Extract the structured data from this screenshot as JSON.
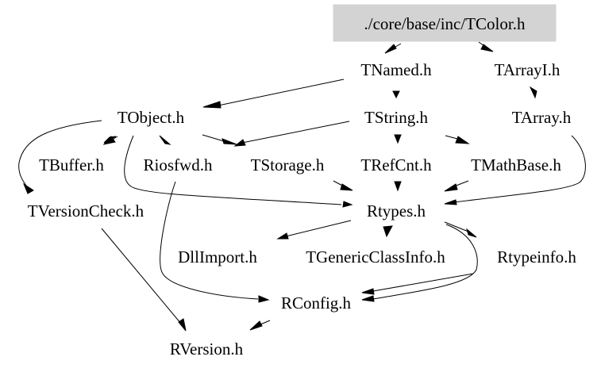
{
  "graph": {
    "title": "./core/base/inc/TColor.h",
    "root": "./core/base/inc/TColor.h",
    "root_fill": "#d3d3d3",
    "nodes": [
      {
        "id": "TColor",
        "label": "./core/base/inc/TColor.h"
      },
      {
        "id": "TNamed",
        "label": "TNamed.h"
      },
      {
        "id": "TArrayI",
        "label": "TArrayI.h"
      },
      {
        "id": "TObject",
        "label": "TObject.h"
      },
      {
        "id": "TString",
        "label": "TString.h"
      },
      {
        "id": "TArray",
        "label": "TArray.h"
      },
      {
        "id": "TBuffer",
        "label": "TBuffer.h"
      },
      {
        "id": "Riosfwd",
        "label": "Riosfwd.h"
      },
      {
        "id": "TStorage",
        "label": "TStorage.h"
      },
      {
        "id": "TRefCnt",
        "label": "TRefCnt.h"
      },
      {
        "id": "TMathBase",
        "label": "TMathBase.h"
      },
      {
        "id": "TVersionCheck",
        "label": "TVersionCheck.h"
      },
      {
        "id": "Rtypes",
        "label": "Rtypes.h"
      },
      {
        "id": "DllImport",
        "label": "DllImport.h"
      },
      {
        "id": "TGenericClassInfo",
        "label": "TGenericClassInfo.h"
      },
      {
        "id": "Rtypeinfo",
        "label": "Rtypeinfo.h"
      },
      {
        "id": "RConfig",
        "label": "RConfig.h"
      },
      {
        "id": "RVersion",
        "label": "RVersion.h"
      }
    ],
    "edges": [
      {
        "from": "TColor",
        "to": "TNamed"
      },
      {
        "from": "TColor",
        "to": "TArrayI"
      },
      {
        "from": "TNamed",
        "to": "TObject"
      },
      {
        "from": "TNamed",
        "to": "TString"
      },
      {
        "from": "TArrayI",
        "to": "TArray"
      },
      {
        "from": "TObject",
        "to": "TBuffer"
      },
      {
        "from": "TObject",
        "to": "Riosfwd"
      },
      {
        "from": "TObject",
        "to": "TStorage"
      },
      {
        "from": "TObject",
        "to": "TVersionCheck"
      },
      {
        "from": "TObject",
        "to": "Rtypes"
      },
      {
        "from": "TString",
        "to": "TStorage"
      },
      {
        "from": "TString",
        "to": "TRefCnt"
      },
      {
        "from": "TString",
        "to": "TMathBase"
      },
      {
        "from": "TArray",
        "to": "Rtypes"
      },
      {
        "from": "TStorage",
        "to": "Rtypes"
      },
      {
        "from": "TRefCnt",
        "to": "Rtypes"
      },
      {
        "from": "TMathBase",
        "to": "Rtypes"
      },
      {
        "from": "Riosfwd",
        "to": "RConfig"
      },
      {
        "from": "TVersionCheck",
        "to": "RVersion"
      },
      {
        "from": "Rtypes",
        "to": "DllImport"
      },
      {
        "from": "Rtypes",
        "to": "TGenericClassInfo"
      },
      {
        "from": "Rtypes",
        "to": "Rtypeinfo"
      },
      {
        "from": "Rtypes",
        "to": "RConfig"
      },
      {
        "from": "Rtypeinfo",
        "to": "RConfig"
      },
      {
        "from": "RConfig",
        "to": "RVersion"
      },
      {
        "from": "TBuffer",
        "to": "TObject"
      }
    ]
  }
}
